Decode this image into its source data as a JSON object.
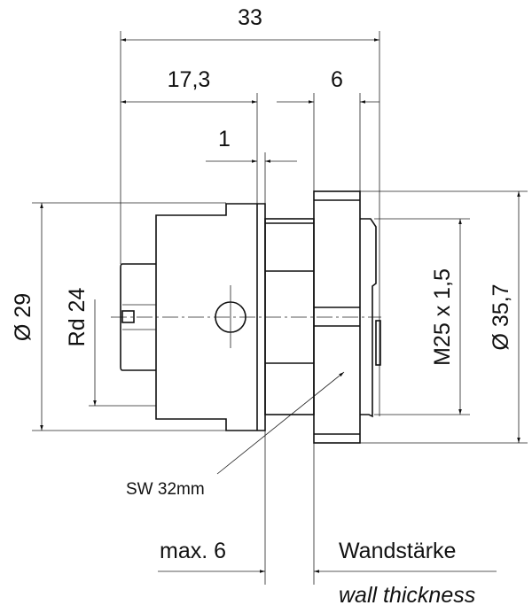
{
  "dimensions": {
    "overall_length": "33",
    "body_length": "17,3",
    "flange_width": "6",
    "gap": "1",
    "diameter_body": "Ø 29",
    "rd": "Rd 24",
    "thread": "M25 x 1,5",
    "diameter_flange": "Ø 35,7",
    "wrench_size": "SW 32mm",
    "max_wall": "max. 6"
  },
  "labels": {
    "wall_de": "Wandstärke",
    "wall_en": "wall thickness"
  }
}
